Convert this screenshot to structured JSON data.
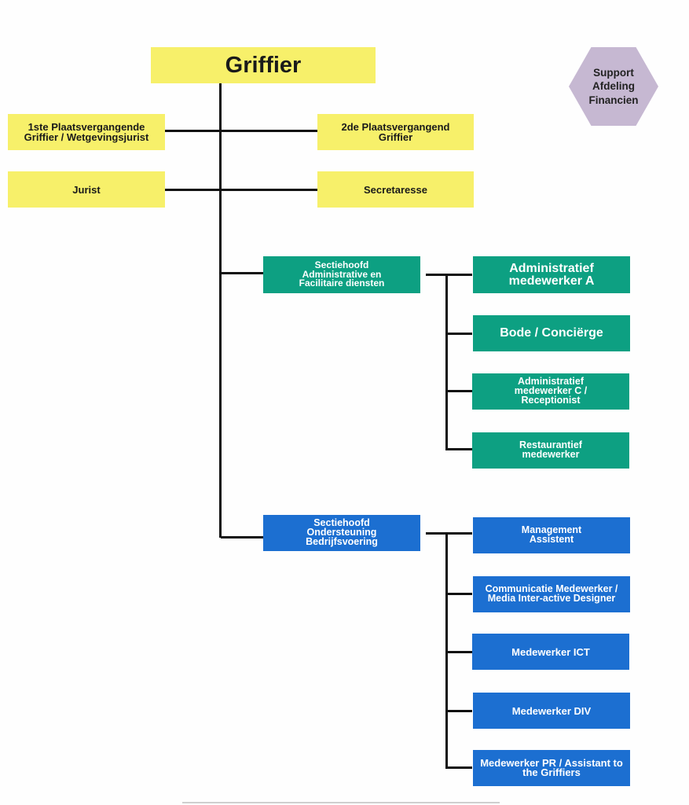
{
  "colors": {
    "top_level": "#f7f06a",
    "section_facilities": "#0da082",
    "section_operations": "#1c6fd1",
    "support": "#c6b8d2",
    "connector": "#111111"
  },
  "root": {
    "label": "Griffier"
  },
  "support": {
    "label": "Support\nAfdeling\nFinancien"
  },
  "deputies": [
    {
      "label": "1ste Plaatsvergangende Griffier / Wetgevingsjurist"
    },
    {
      "label": "2de Plaatsvergangend Griffier"
    }
  ],
  "staff": [
    {
      "label": "Jurist"
    },
    {
      "label": "Secretaresse"
    }
  ],
  "sections": [
    {
      "label": "Sectiehoofd Administrative en Facilitaire diensten",
      "children": [
        {
          "label": "Administratief medewerker A"
        },
        {
          "label": "Bode / Conciërge"
        },
        {
          "label": "Administratief medewerker C / Receptionist"
        },
        {
          "label": "Restaurantief medewerker"
        }
      ]
    },
    {
      "label": "Sectiehoofd Ondersteuning Bedrijfsvoering",
      "children": [
        {
          "label": "Management Assistent"
        },
        {
          "label": "Communicatie Medewerker / Media Inter-active Designer"
        },
        {
          "label": "Medewerker ICT"
        },
        {
          "label": "Medewerker DIV"
        },
        {
          "label": "Medewerker PR / Assistant to the Griffiers"
        }
      ]
    }
  ]
}
